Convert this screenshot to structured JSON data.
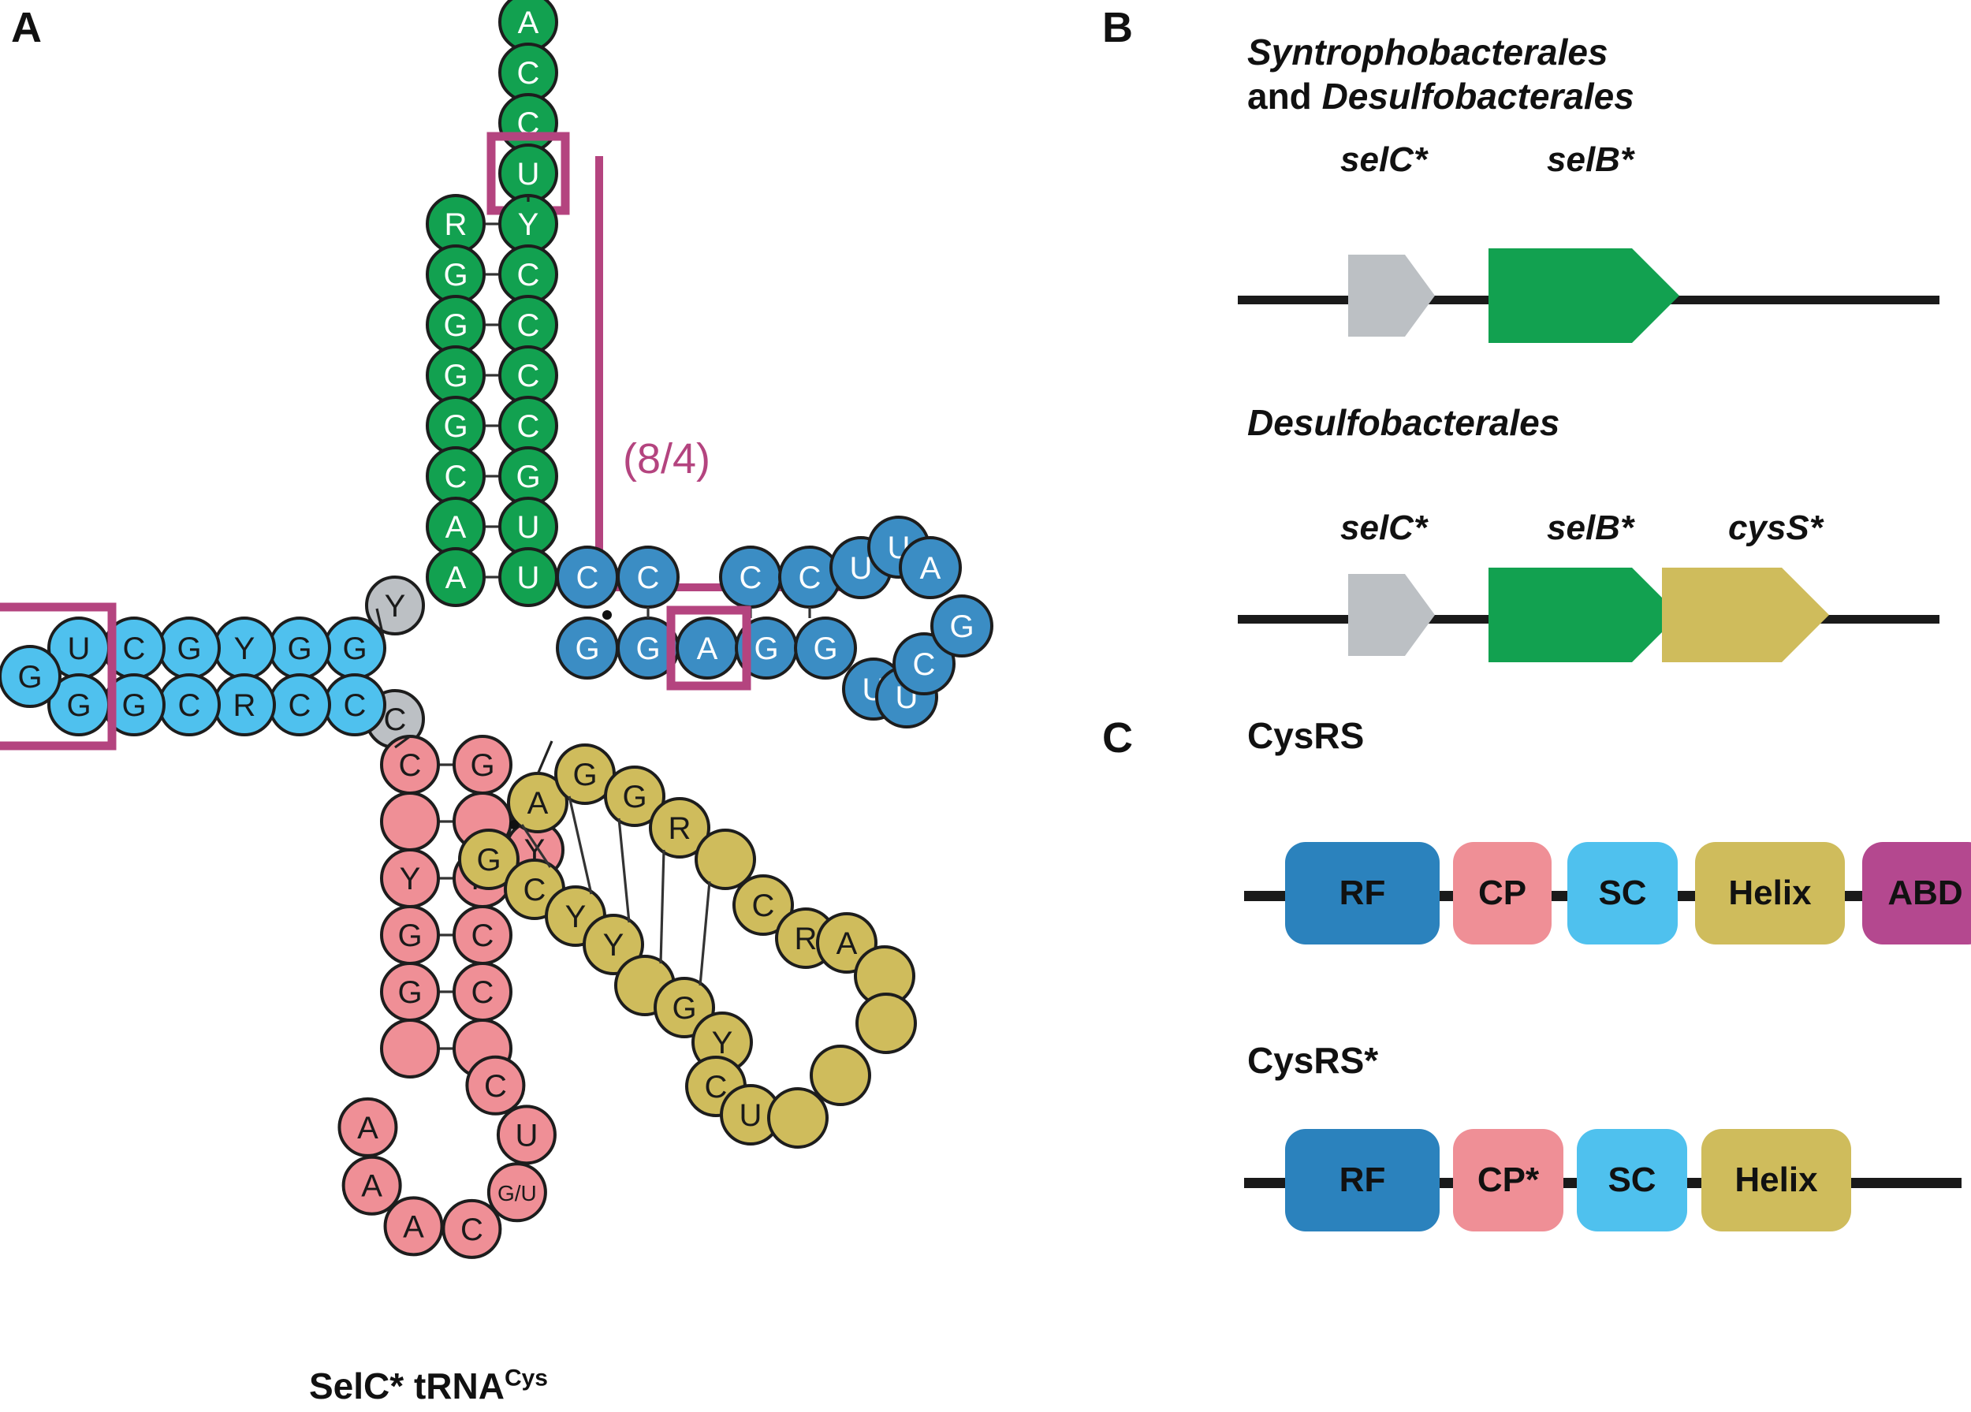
{
  "panels": {
    "a": "A",
    "b": "B",
    "c": "C"
  },
  "panel_a": {
    "caption_main": "SelC* tRNA",
    "caption_sup": "Cys",
    "bracket_label": "(8/4)",
    "colors": {
      "acceptor_green": "#12a150",
      "arm_blue": "#3b8dc4",
      "dloop_lightblue": "#4fc1ee",
      "anticodon_pink": "#ef8f96",
      "variable_khaki": "#cfbc5c",
      "unpaired_grey": "#bcc0c4",
      "highlight_magenta": "#b4447f"
    },
    "acceptor_stem": {
      "single_strand_3p": [
        "A",
        "C",
        "C",
        "U"
      ],
      "right_column": [
        "Y",
        "C",
        "C",
        "C",
        "C",
        "G",
        "U",
        "U"
      ],
      "left_column": [
        "R",
        "G",
        "G",
        "G",
        "G",
        "C",
        "A",
        "A"
      ],
      "boxed_nucleotide": "U"
    },
    "d_arm": {
      "loop_tip": "G",
      "top_row": [
        "U",
        "C",
        "G",
        "Y",
        "G",
        "G"
      ],
      "bottom_row": [
        "G",
        "G",
        "C",
        "R",
        "C",
        "C"
      ],
      "boxed_pair": [
        "U",
        "G"
      ]
    },
    "t_arm": {
      "top_row": [
        "C",
        "C",
        "C",
        "C",
        "U",
        "U",
        "A"
      ],
      "bottom_row": [
        "G",
        "G",
        "A",
        "G",
        "G",
        "U",
        "U",
        "C"
      ],
      "loop_right": "G",
      "boxed_nucleotide": "A"
    },
    "anticodon_arm": {
      "left_column": [
        "C",
        "",
        "Y",
        "G",
        "G",
        ""
      ],
      "right_column": [
        "G",
        "",
        "R",
        "C",
        "C",
        ""
      ],
      "bulge": "Y",
      "loop": [
        "C",
        "U",
        "G/U",
        "C",
        "A",
        "A",
        "A"
      ]
    },
    "variable_arm": {
      "upper_strand": [
        "A",
        "G",
        "G",
        "R",
        "",
        "C",
        "R",
        "A",
        "",
        ""
      ],
      "lower_strand": [
        "G",
        "C",
        "Y",
        "Y",
        "",
        "G",
        "Y",
        "C",
        "U",
        "",
        ""
      ]
    },
    "unpaired": [
      {
        "label": "Y",
        "arm": "between-acceptor-and-darm"
      },
      {
        "label": "C",
        "arm": "between-darm-and-anticodon"
      }
    ]
  },
  "panel_b": {
    "operons": [
      {
        "species_line1": "Syntrophobacterales",
        "species_line2_prefix": "and ",
        "species_line2": "Desulfobacterales",
        "genes": [
          {
            "name": "selC*",
            "color": "#bcc0c4"
          },
          {
            "name": "selB*",
            "color": "#12a150"
          }
        ]
      },
      {
        "species_line1": "Desulfobacterales",
        "species_line2_prefix": "",
        "species_line2": "",
        "genes": [
          {
            "name": "selC*",
            "color": "#bcc0c4"
          },
          {
            "name": "selB*",
            "color": "#12a150"
          },
          {
            "name": "cysS*",
            "color": "#cfbc5c"
          }
        ]
      }
    ]
  },
  "panel_c": {
    "proteins": [
      {
        "name": "CysRS",
        "domains": [
          {
            "label": "RF",
            "color": "#2b82bd"
          },
          {
            "label": "CP",
            "color": "#ef8f96"
          },
          {
            "label": "SC",
            "color": "#4fc1ee"
          },
          {
            "label": "Helix",
            "color": "#cfbc5c"
          },
          {
            "label": "ABD",
            "color": "#b4488f"
          }
        ]
      },
      {
        "name": "CysRS*",
        "domains": [
          {
            "label": "RF",
            "color": "#2b82bd"
          },
          {
            "label": "CP*",
            "color": "#ef8f96"
          },
          {
            "label": "SC",
            "color": "#4fc1ee"
          },
          {
            "label": "Helix",
            "color": "#cfbc5c"
          }
        ]
      }
    ]
  }
}
